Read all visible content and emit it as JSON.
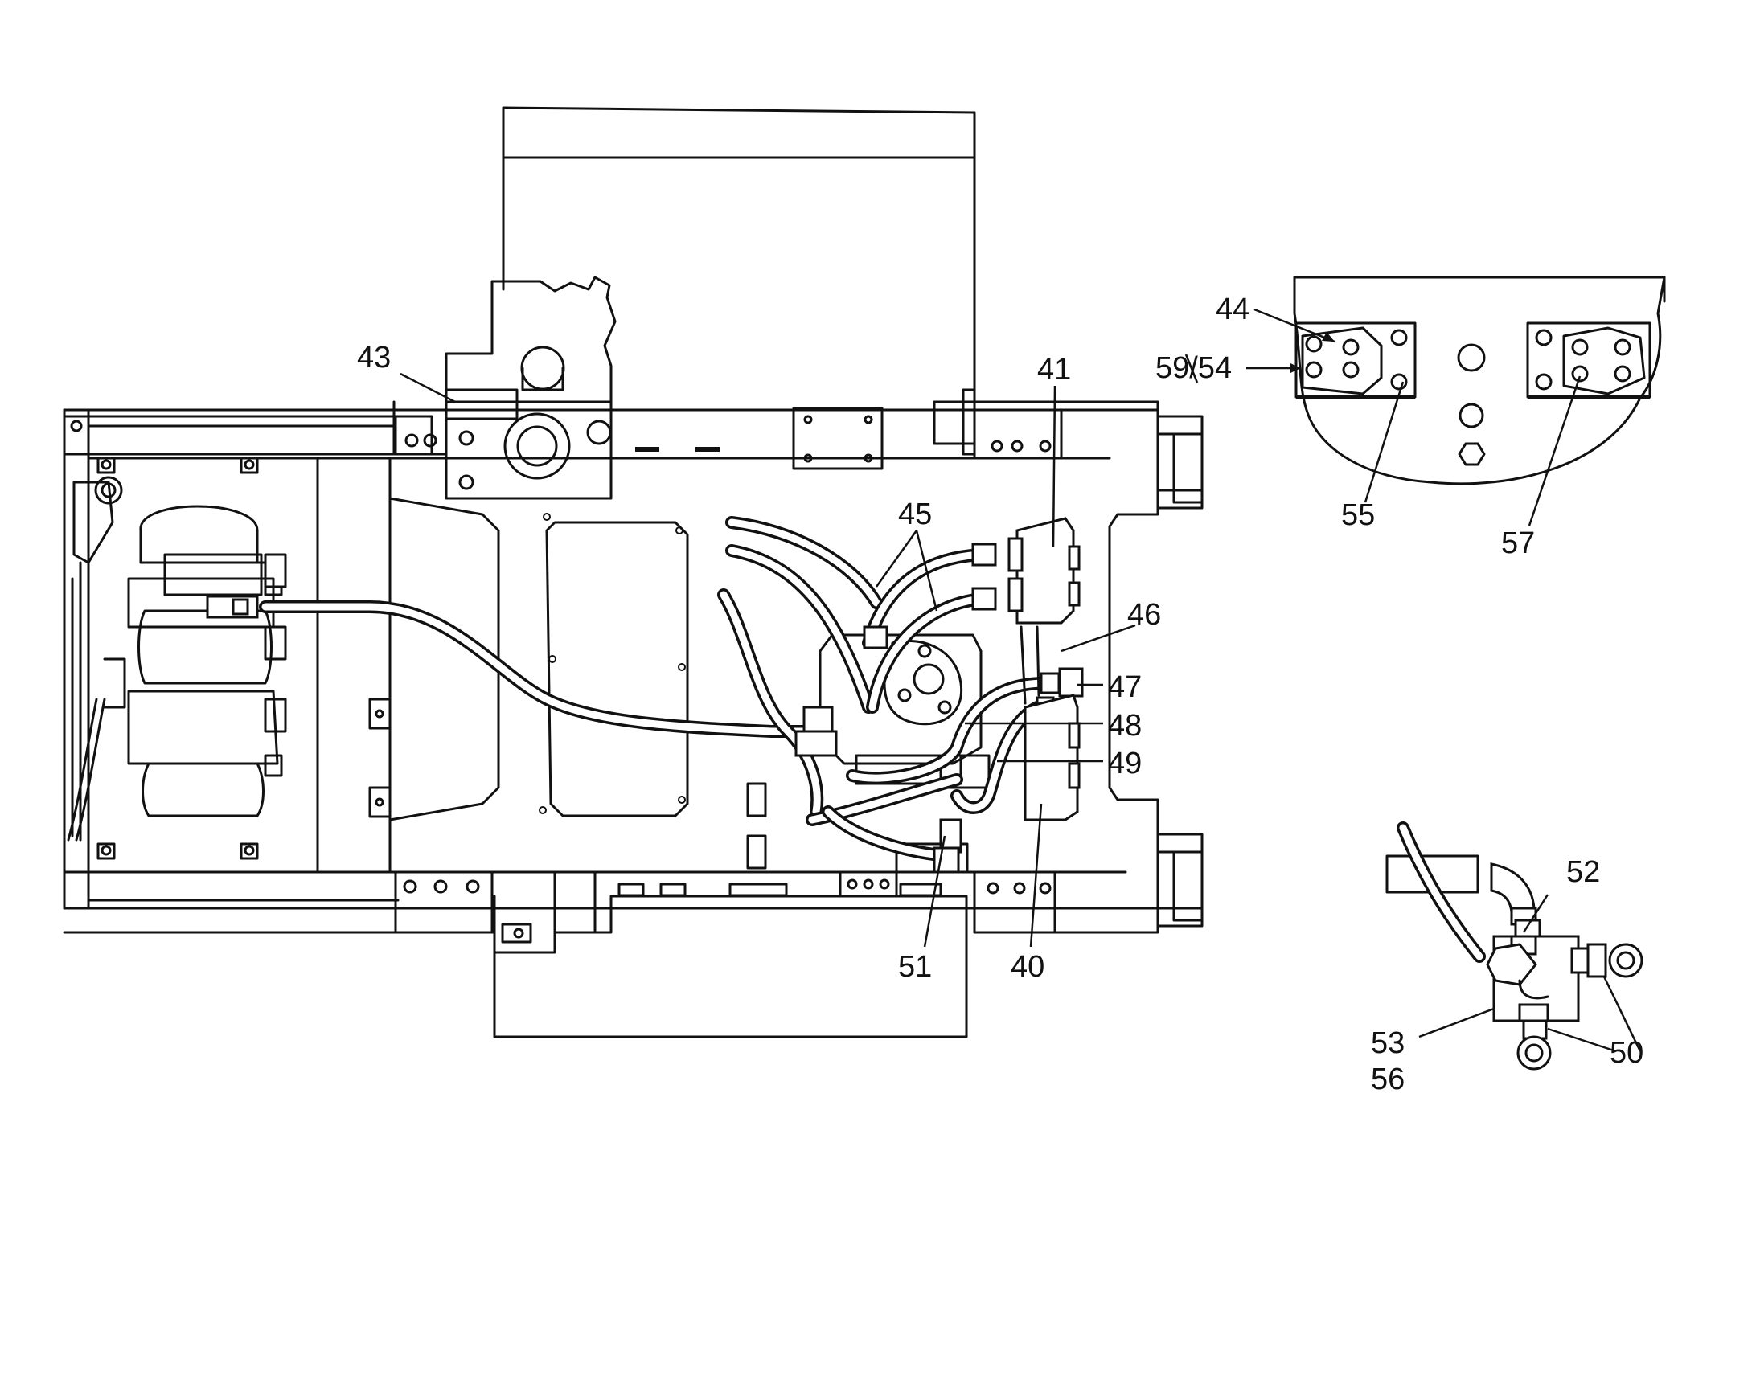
{
  "callouts": {
    "c40": "40",
    "c41": "41",
    "c43": "43",
    "c44": "44",
    "c45": "45",
    "c46": "46",
    "c47": "47",
    "c48": "48",
    "c49": "49",
    "c50": "50",
    "c51": "51",
    "c52": "52",
    "c53": "53",
    "c54": "59/54",
    "c55": "55",
    "c56": "56",
    "c57": "57"
  }
}
